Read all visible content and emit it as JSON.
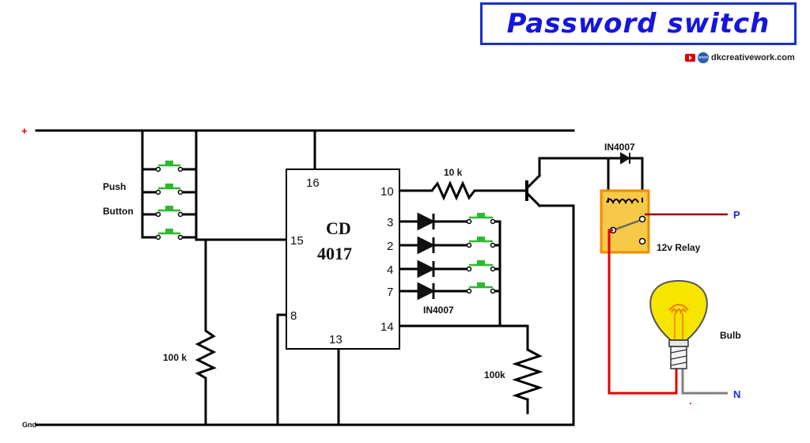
{
  "title": "Password switch",
  "brand": {
    "text": "dkcreativework.com",
    "icons": [
      "youtube-icon",
      "www-icon"
    ]
  },
  "labels": {
    "plus": "+",
    "gnd": "Gnd",
    "push": "Push",
    "button": "Button",
    "r_left": "100 k",
    "r_right": "100k",
    "r_base": "10 k",
    "diode_top": "IN4007",
    "diode_bottom": "IN4007",
    "relay": "12v Relay",
    "bulb": "Bulb",
    "p": "P",
    "n": "N"
  },
  "ic": {
    "name_line1": "CD",
    "name_line2": "4017",
    "pins": {
      "p16": "16",
      "p10": "10",
      "p3": "3",
      "p2": "2",
      "p4": "4",
      "p7": "7",
      "p15": "15",
      "p8": "8",
      "p13": "13",
      "p14": "14"
    }
  },
  "colors": {
    "wire": "#000000",
    "switch": "#2eb82e",
    "relay_fill": "#f7c948",
    "relay_border": "#f08c00",
    "bulb_fill": "#f7e500",
    "filament": "#f07800",
    "live_wire": "#a00000",
    "red_wire": "#e00000",
    "neutral_wire": "#808080",
    "title": "#1515e0",
    "pn_label": "#1a2fd0"
  }
}
